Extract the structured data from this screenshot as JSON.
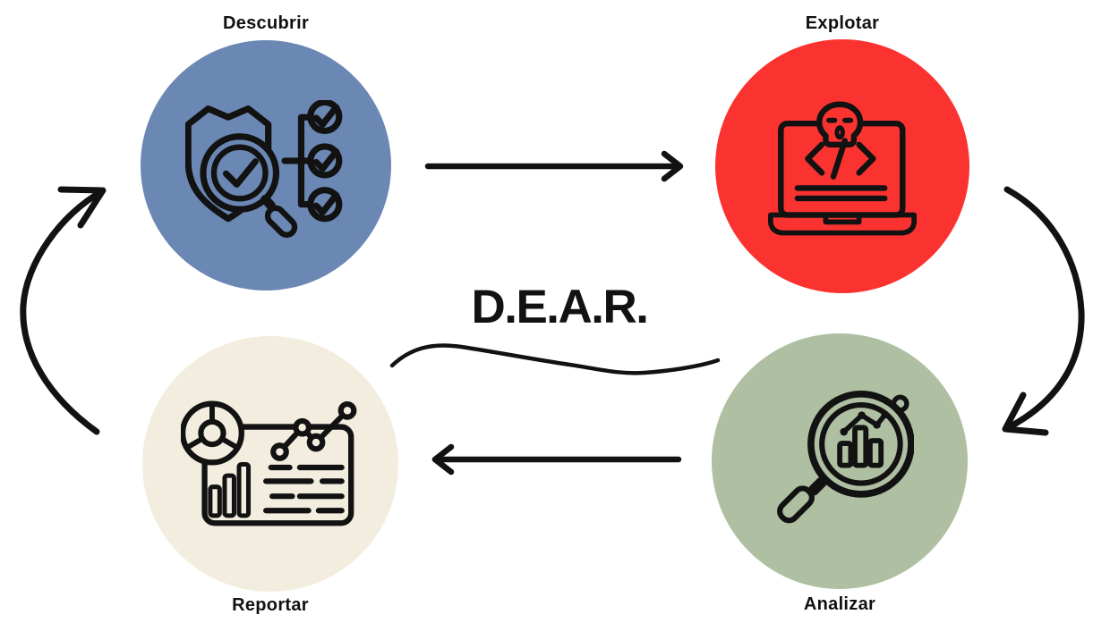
{
  "diagram": {
    "title": "D.E.A.R.",
    "background_color": "#ffffff",
    "line_color": "#121212"
  },
  "nodes": [
    {
      "id": "descubrir",
      "label": "Descubrir",
      "color": "#6B88B4",
      "icon": "shield-search-checklist-icon",
      "label_position": "top"
    },
    {
      "id": "explotar",
      "label": "Explotar",
      "color": "#FB3330",
      "icon": "hacker-laptop-code-icon",
      "label_position": "top"
    },
    {
      "id": "analizar",
      "label": "Analizar",
      "color": "#AEBFA2",
      "icon": "magnifier-analytics-icon",
      "label_position": "bottom"
    },
    {
      "id": "reportar",
      "label": "Reportar",
      "color": "#F2EDDE",
      "icon": "report-dashboard-icon",
      "label_position": "bottom"
    }
  ],
  "flow": [
    {
      "from": "Descubrir",
      "to": "Explotar",
      "style": "straight-right-arrow"
    },
    {
      "from": "Explotar",
      "to": "Analizar",
      "style": "curved-down-arrow"
    },
    {
      "from": "Analizar",
      "to": "Reportar",
      "style": "straight-left-arrow"
    },
    {
      "from": "Reportar",
      "to": "Descubrir",
      "style": "curved-up-arrow"
    }
  ]
}
